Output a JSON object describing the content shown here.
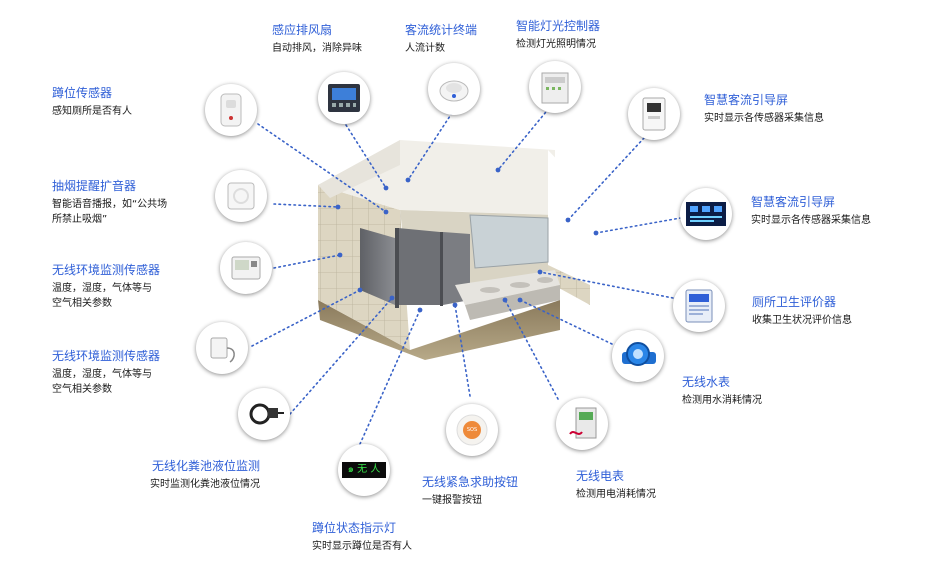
{
  "devices": {
    "squat_sensor": {
      "title": "蹲位传感器",
      "desc": "感知厕所是否有人",
      "icon": "pir-motion-sensor-icon"
    },
    "exhaust_fan": {
      "title": "感应排风扇",
      "desc": "自动排风，消除异味",
      "icon": "fan-controller-icon"
    },
    "counter_terminal": {
      "title": "客流统计终端",
      "desc": "人流计数",
      "icon": "people-counter-icon"
    },
    "light_controller": {
      "title": "智能灯光控制器",
      "desc": "检测灯光照明情况",
      "icon": "light-control-module-icon"
    },
    "guide_screen_1": {
      "title": "智慧客流引导屏",
      "desc": "实时显示各传感器采集信息",
      "icon": "wall-panel-icon"
    },
    "guide_screen_2": {
      "title": "智慧客流引导屏",
      "desc": "实时显示各传感器采集信息",
      "icon": "led-display-icon"
    },
    "smoke_speaker": {
      "title": "抽烟提醒扩音器",
      "desc_lines": [
        "智能语音播报，如“公共场",
        "所禁止吸烟”"
      ],
      "icon": "speaker-icon"
    },
    "env_sensor_1": {
      "title": "无线环境监测传感器",
      "desc_lines": [
        "温度，湿度，气体等与",
        "空气相关参数"
      ],
      "icon": "thermo-hygrometer-icon"
    },
    "env_sensor_2": {
      "title": "无线环境监测传感器",
      "desc_lines": [
        "温度，湿度，气体等与",
        "空气相关参数"
      ],
      "icon": "gas-sensor-icon"
    },
    "septic_level": {
      "title": "无线化粪池液位监测",
      "desc": "实时监测化粪池液位情况",
      "icon": "level-probe-icon"
    },
    "stall_indicator": {
      "title": "蹲位状态指示灯",
      "desc": "实时显示蹲位是否有人",
      "icon": "led-indicator-icon",
      "display_text": "๑ 无 人"
    },
    "sos_button": {
      "title": "无线紧急求助按钮",
      "desc": "一键报警按钮",
      "icon": "sos-button-icon",
      "button_text": "SOS"
    },
    "electric_meter": {
      "title": "无线电表",
      "desc": "检测用电消耗情况",
      "icon": "electric-meter-icon"
    },
    "water_meter": {
      "title": "无线水表",
      "desc": "检测用水消耗情况",
      "icon": "water-meter-icon"
    },
    "evaluator": {
      "title": "厕所卫生评价器",
      "desc": "收集卫生状况评价信息",
      "icon": "rating-tablet-icon"
    }
  },
  "colors": {
    "title": "#2f5fd7",
    "text": "#1a1a1a",
    "connector": "#3a63c8"
  }
}
